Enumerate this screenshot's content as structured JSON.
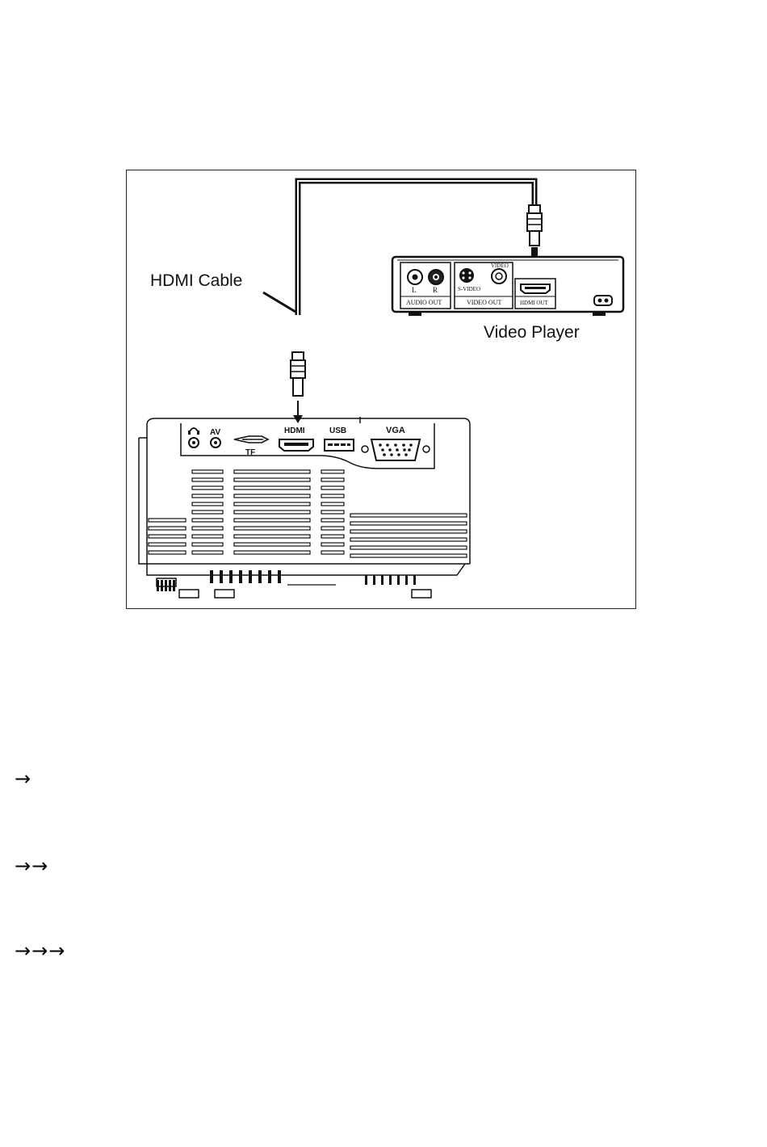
{
  "diagram": {
    "cable_label": "HDMI Cable",
    "device_label": "Video Player",
    "player_ports": {
      "audio_left": "L",
      "audio_right": "R",
      "audio_group": "AUDIO OUT",
      "s_video": "S-VIDEO",
      "video": "VIDEO",
      "video_group": "VIDEO OUT",
      "hdmi_out": "HDMI OUT"
    },
    "projector_ports": {
      "av": "AV",
      "tf": "TF",
      "hdmi": "HDMI",
      "usb": "USB",
      "vga": "VGA"
    }
  },
  "arrows": {
    "line1": "→",
    "line2": "→→",
    "line3": "→→→"
  }
}
